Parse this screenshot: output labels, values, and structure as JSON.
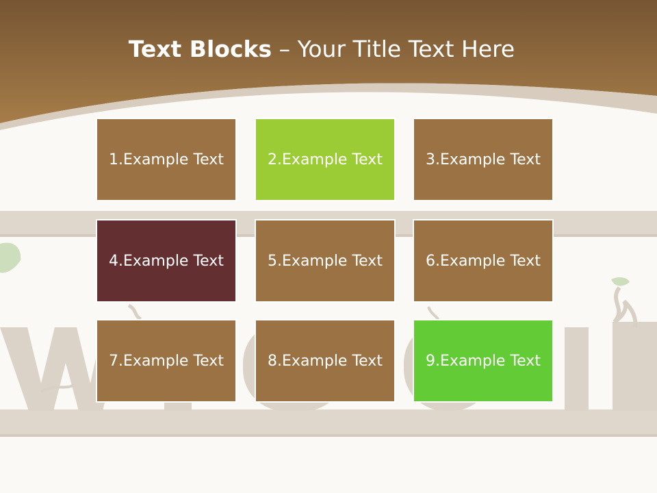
{
  "slide": {
    "title_bold": "Text Blocks",
    "title_dash": " – ",
    "title_rest": "Your Title Text Here"
  },
  "blocks": [
    {
      "label": "1.Example Text",
      "color": "#9a7244"
    },
    {
      "label": "2.Example Text",
      "color": "#9ccc35"
    },
    {
      "label": "3.Example Text",
      "color": "#9a7244"
    },
    {
      "label": "4.Example Text",
      "color": "#642f31"
    },
    {
      "label": "5.Example Text",
      "color": "#9a7244"
    },
    {
      "label": "6.Example Text",
      "color": "#9a7244"
    },
    {
      "label": "7.Example Text",
      "color": "#9a7244"
    },
    {
      "label": "8.Example Text",
      "color": "#9a7244"
    },
    {
      "label": "9.Example Text",
      "color": "#62cb35"
    }
  ],
  "colors": {
    "header_top": "#7a5833",
    "header_bottom": "#a47b48",
    "background": "#fbf9f5",
    "wood": "#d6ccc0"
  }
}
